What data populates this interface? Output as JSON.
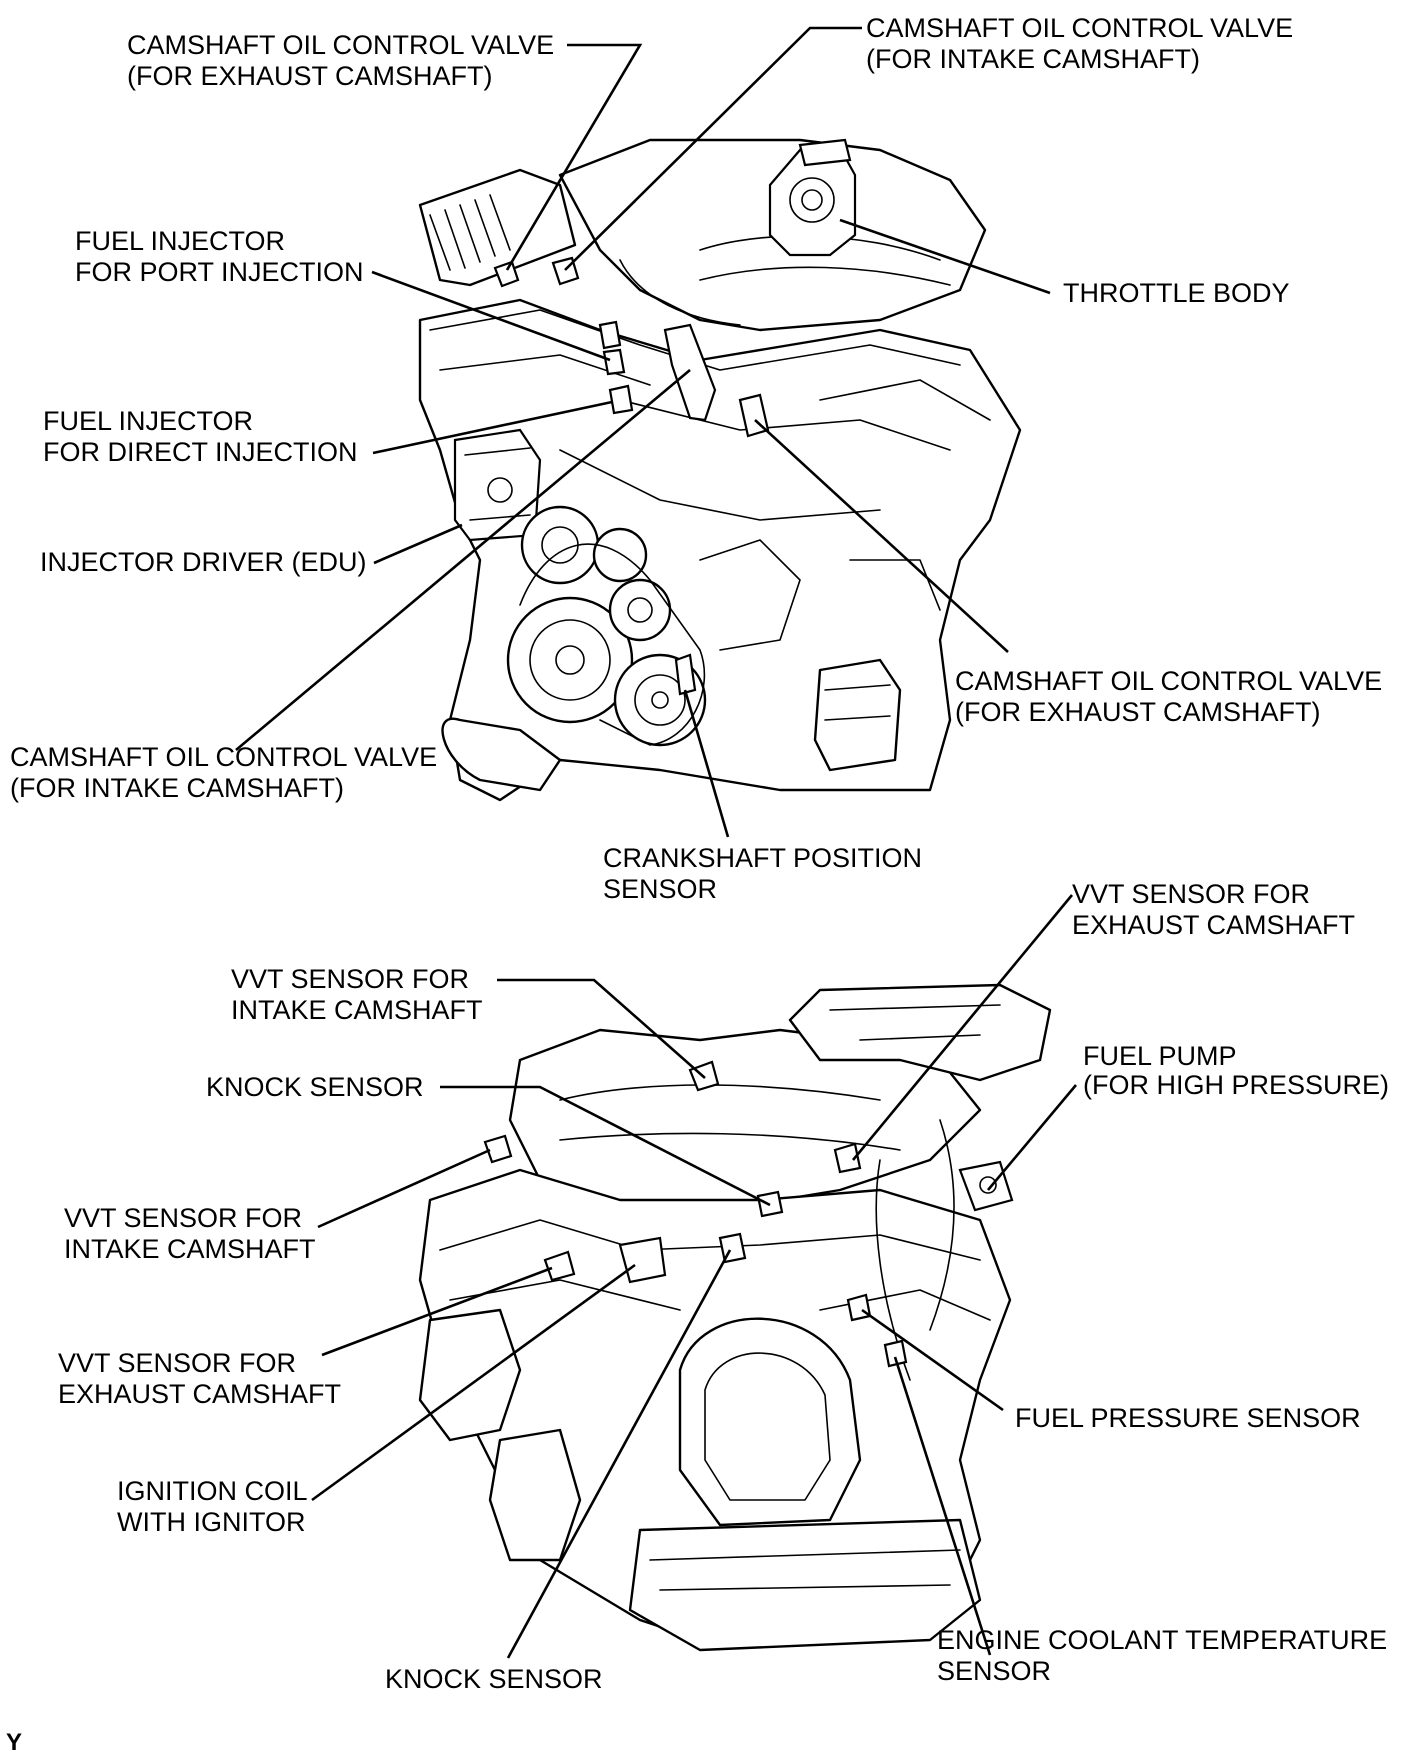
{
  "top_view": {
    "labels": {
      "camshaft_ocv_exhaust_top": [
        "CAMSHAFT OIL CONTROL VALVE",
        "(FOR EXHAUST CAMSHAFT)"
      ],
      "camshaft_ocv_intake_top": [
        "CAMSHAFT OIL CONTROL VALVE",
        "(FOR INTAKE CAMSHAFT)"
      ],
      "fuel_injector_port": [
        "FUEL INJECTOR",
        "FOR PORT INJECTION"
      ],
      "throttle_body": [
        "THROTTLE BODY"
      ],
      "fuel_injector_direct": [
        "FUEL INJECTOR",
        "FOR DIRECT INJECTION"
      ],
      "injector_driver": [
        "INJECTOR DRIVER (EDU)"
      ],
      "camshaft_ocv_exhaust_right": [
        "CAMSHAFT OIL CONTROL VALVE",
        "(FOR EXHAUST CAMSHAFT)"
      ],
      "camshaft_ocv_intake_left": [
        "CAMSHAFT OIL CONTROL VALVE",
        "(FOR INTAKE CAMSHAFT)"
      ],
      "crankshaft_position_sensor": [
        "CRANKSHAFT POSITION",
        "SENSOR"
      ]
    }
  },
  "bottom_view": {
    "labels": {
      "vvt_exhaust_top": [
        "VVT SENSOR FOR",
        "EXHAUST CAMSHAFT"
      ],
      "vvt_intake_top": [
        "VVT SENSOR FOR",
        "INTAKE CAMSHAFT"
      ],
      "fuel_pump_high_pressure": [
        "FUEL PUMP",
        "(FOR HIGH PRESSURE)"
      ],
      "knock_sensor_top": [
        "KNOCK SENSOR"
      ],
      "vvt_intake_left": [
        "VVT SENSOR FOR",
        "INTAKE CAMSHAFT"
      ],
      "vvt_exhaust_left": [
        "VVT SENSOR FOR",
        "EXHAUST CAMSHAFT"
      ],
      "fuel_pressure_sensor": [
        "FUEL PRESSURE SENSOR"
      ],
      "ignition_coil": [
        "IGNITION COIL",
        "WITH IGNITOR"
      ],
      "engine_coolant_temp_sensor": [
        "ENGINE COOLANT TEMPERATURE",
        "SENSOR"
      ],
      "knock_sensor_bottom": [
        "KNOCK SENSOR"
      ]
    }
  },
  "reference_mark": "Y"
}
